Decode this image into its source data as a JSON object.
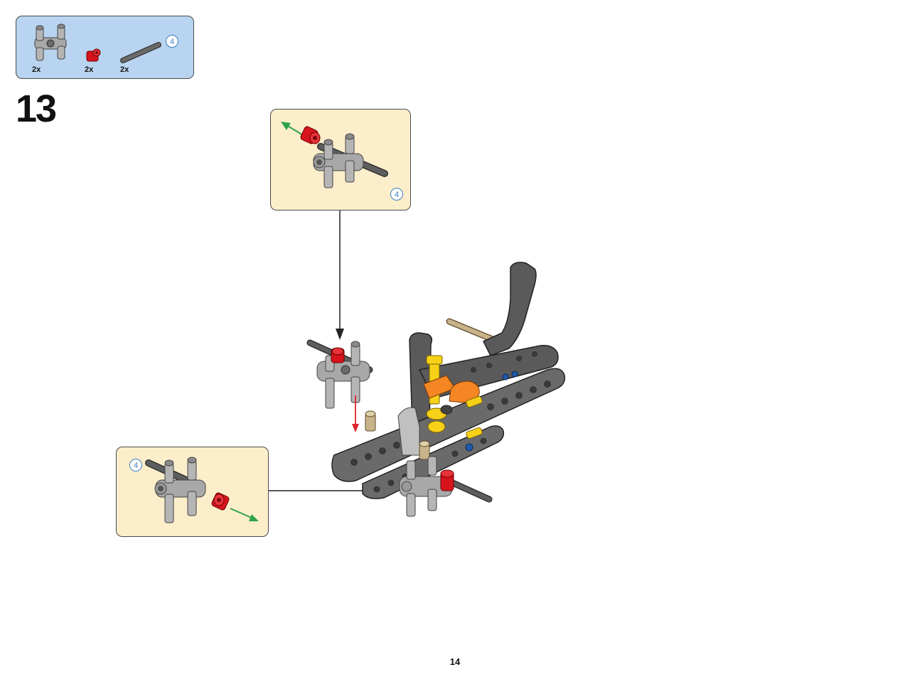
{
  "parts_list": {
    "items": [
      {
        "name": "double-pin-connector",
        "quantity": "2x"
      },
      {
        "name": "red-bush",
        "quantity": "2x"
      },
      {
        "name": "axle",
        "quantity": "2x",
        "length": "4"
      }
    ]
  },
  "step": {
    "number": "13"
  },
  "callouts": {
    "top": {
      "axle_length": "4"
    },
    "bottom": {
      "axle_length": "4"
    }
  },
  "colors": {
    "parts_box_bg": "#b8d4f0",
    "callout_bg": "#fdeecb",
    "light_gray": "#a8a8a8",
    "dark_gray": "#5a5a5a",
    "red": "#d7141c",
    "yellow": "#f7d117",
    "orange": "#f58624",
    "blue": "#1e5aa8",
    "tan": "#c9b38a",
    "arrow_green": "#2da34a",
    "arrow_red": "#e0242b"
  },
  "page": {
    "number": "14"
  }
}
